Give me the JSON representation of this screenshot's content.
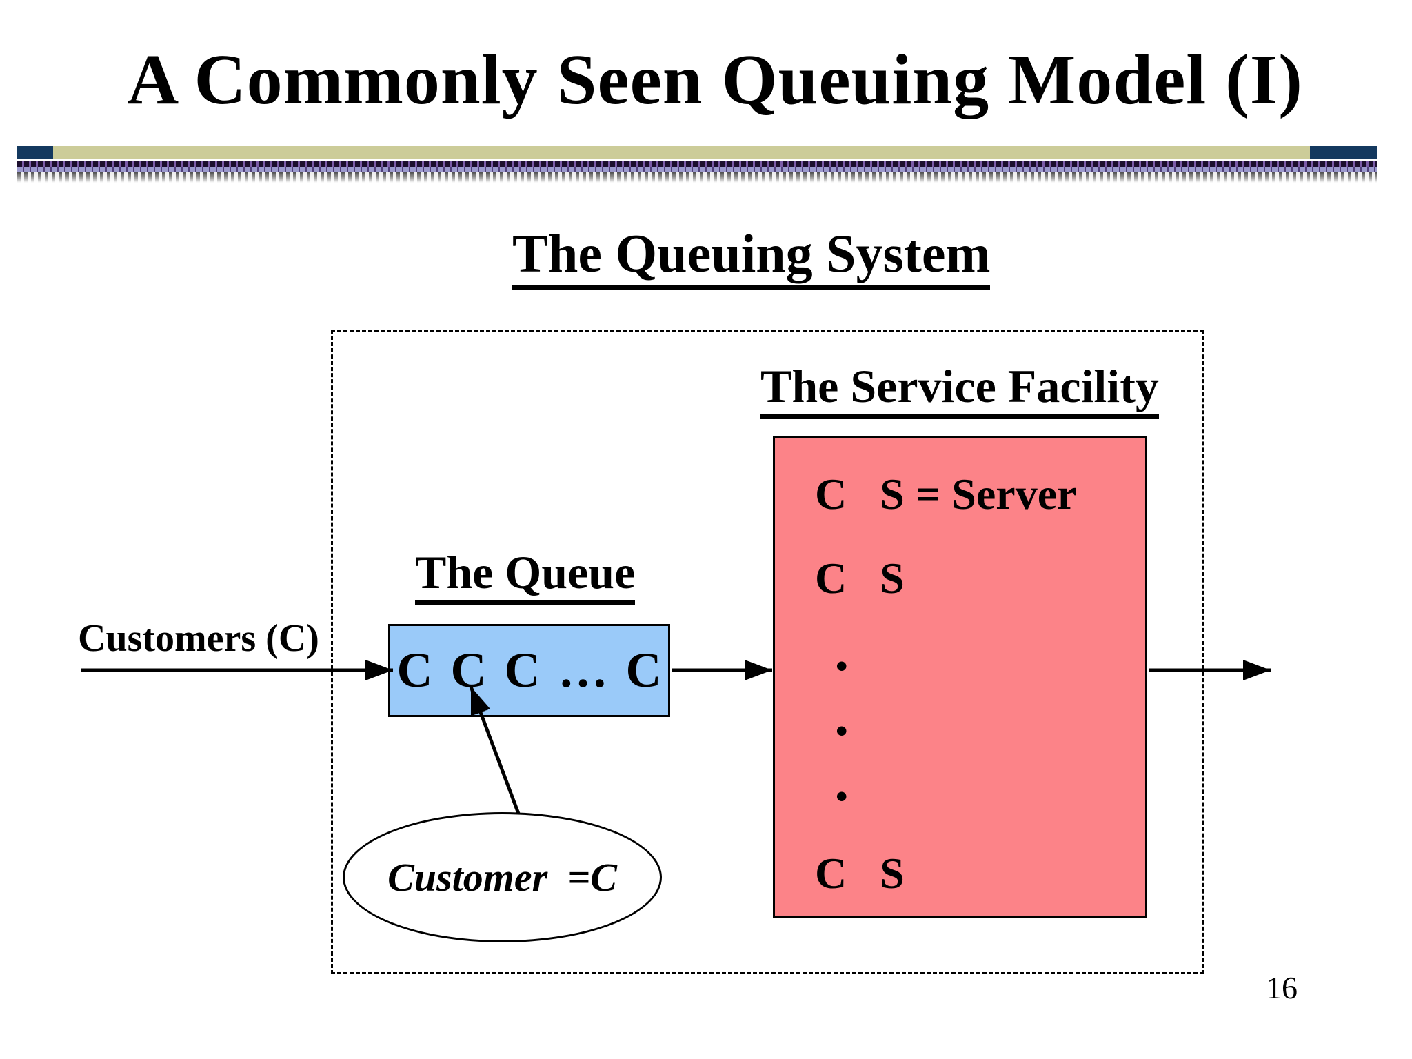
{
  "slide": {
    "title": "A Commonly Seen Queuing Model (I)",
    "page_number": "16"
  },
  "diagram": {
    "system_title": "The Queuing System",
    "input_label": "Customers (C)",
    "queue": {
      "title": "The Queue",
      "content": "C C C … C"
    },
    "service_facility": {
      "title": "The Service Facility",
      "row_server": "C   S = Server",
      "row_cs_middle": "C   S",
      "dot": "•",
      "row_cs_last": "C   S"
    },
    "callout": {
      "text": "Customer  =C"
    },
    "arrows": [
      "input-arrow",
      "queue-to-service-arrow",
      "output-arrow",
      "callout-to-queue-arrow"
    ]
  },
  "colors": {
    "queue_fill": "#9acaf9",
    "service_fill": "#fc8388",
    "divider_tan": "#cccc99",
    "divider_navy": "#14395f",
    "ink": "#000000"
  }
}
